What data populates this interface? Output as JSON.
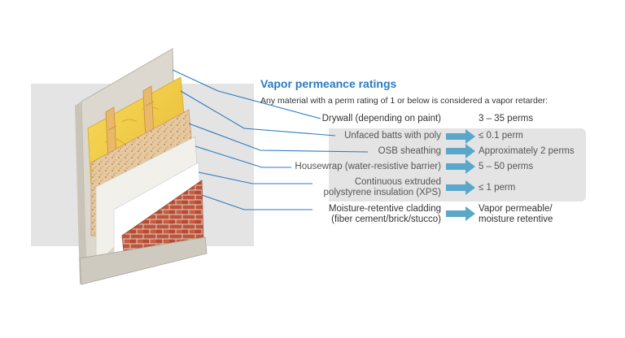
{
  "heading": {
    "title": "Vapor permeance ratings",
    "subtitle": "Any material with a perm rating of 1 or below is considered a vapor retarder:"
  },
  "ratings": [
    {
      "material": "Drywall (depending on paint)",
      "value": "3 – 35 perms",
      "shaded": false
    },
    {
      "material": "Unfaced batts with poly",
      "value": "≤ 0.1 perm",
      "shaded": true
    },
    {
      "material": "OSB sheathing",
      "value": "Approximately 2 perms",
      "shaded": true
    },
    {
      "material": "Housewrap (water-resistive barrier)",
      "value": "5 – 50 perms",
      "shaded": true
    },
    {
      "material_line1": "Continuous extruded",
      "material_line2": "polystyrene insulation (XPS)",
      "value": "≤ 1 perm",
      "shaded": true
    },
    {
      "material_line1": "Moisture-retentive cladding",
      "material_line2": "(fiber cement/brick/stucco)",
      "value_line1": "Vapor permeable/",
      "value_line2": "moisture retentive",
      "shaded": false
    }
  ],
  "colors": {
    "accent_blue": "#2a7bc0",
    "arrow_teal": "#5aa7c9",
    "panel_gray": "#e4e4e4",
    "brick": "#c0543a",
    "insulation_yellow": "#f2cf46",
    "stud_wood": "#e8b866",
    "osb": "#e2c49a"
  }
}
